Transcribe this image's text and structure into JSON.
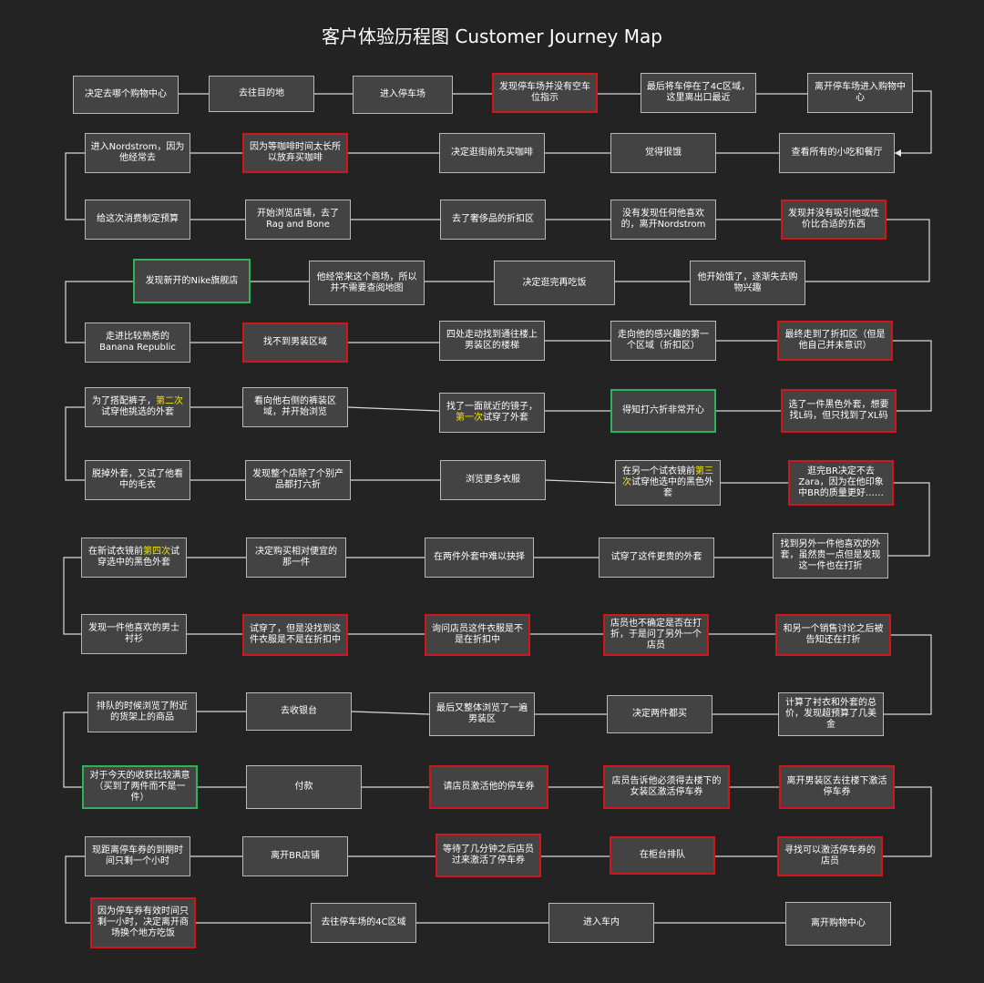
{
  "title": "客户体验历程图 Customer Journey Map",
  "colors": {
    "background": "#232323",
    "node_fill": "#434343",
    "normal_border": "#b8b8b8",
    "negative_border": "#d0161b",
    "positive_border": "#2fb35a",
    "highlight_text": "#f3e400"
  },
  "nodes": [
    {
      "id": "n0",
      "parts": [
        {
          "t": "决定去哪个购物中心"
        }
      ],
      "border": "normal"
    },
    {
      "id": "n1",
      "parts": [
        {
          "t": "去往目的地"
        }
      ],
      "border": "normal"
    },
    {
      "id": "n2",
      "parts": [
        {
          "t": "进入停车场"
        }
      ],
      "border": "normal"
    },
    {
      "id": "n3",
      "parts": [
        {
          "t": "发现停车场并没有空车位指示"
        }
      ],
      "border": "red"
    },
    {
      "id": "n4",
      "parts": [
        {
          "t": "最后将车停在了4C区域，这里离出口最近"
        }
      ],
      "border": "normal"
    },
    {
      "id": "n5",
      "parts": [
        {
          "t": "离开停车场进入购物中心"
        }
      ],
      "border": "normal"
    },
    {
      "id": "n6",
      "parts": [
        {
          "t": "查看所有的小吃和餐厅"
        }
      ],
      "border": "normal"
    },
    {
      "id": "n7",
      "parts": [
        {
          "t": "觉得很饿"
        }
      ],
      "border": "normal"
    },
    {
      "id": "n8",
      "parts": [
        {
          "t": "决定逛街前先买咖啡"
        }
      ],
      "border": "normal"
    },
    {
      "id": "n9",
      "parts": [
        {
          "t": "因为等咖啡时间太长所以放弃买咖啡"
        }
      ],
      "border": "red"
    },
    {
      "id": "n10",
      "parts": [
        {
          "t": "进入Nordstrom，因为他经常去"
        }
      ],
      "border": "normal"
    },
    {
      "id": "n11",
      "parts": [
        {
          "t": "给这次消费制定预算"
        }
      ],
      "border": "normal"
    },
    {
      "id": "n12",
      "parts": [
        {
          "t": "开始浏览店铺，去了Rag and Bone"
        }
      ],
      "border": "normal"
    },
    {
      "id": "n13",
      "parts": [
        {
          "t": "去了奢侈品的折扣区"
        }
      ],
      "border": "normal"
    },
    {
      "id": "n14",
      "parts": [
        {
          "t": "没有发现任何他喜欢的，离开Nordstrom"
        }
      ],
      "border": "normal"
    },
    {
      "id": "n15",
      "parts": [
        {
          "t": "发现并没有吸引他或性价比合适的东西"
        }
      ],
      "border": "red"
    },
    {
      "id": "n16",
      "parts": [
        {
          "t": "他开始饿了，逐渐失去购物兴趣"
        }
      ],
      "border": "normal"
    },
    {
      "id": "n17",
      "parts": [
        {
          "t": "决定逛完再吃饭"
        }
      ],
      "border": "normal"
    },
    {
      "id": "n18",
      "parts": [
        {
          "t": "他经常来这个商场，所以并不需要查阅地图"
        }
      ],
      "border": "normal"
    },
    {
      "id": "n19",
      "parts": [
        {
          "t": "发现新开的Nike旗舰店"
        }
      ],
      "border": "green"
    },
    {
      "id": "n20",
      "parts": [
        {
          "t": "走进比较熟悉的Banana Republic"
        }
      ],
      "border": "normal"
    },
    {
      "id": "n21",
      "parts": [
        {
          "t": "找不到男装区域"
        }
      ],
      "border": "red"
    },
    {
      "id": "n22",
      "parts": [
        {
          "t": "四处走动找到通往楼上男装区的楼梯"
        }
      ],
      "border": "normal"
    },
    {
      "id": "n23",
      "parts": [
        {
          "t": "走向他的感兴趣的第一个区域（折扣区）"
        }
      ],
      "border": "normal"
    },
    {
      "id": "n24",
      "parts": [
        {
          "t": "最终走到了折扣区（但是他自己并未意识）"
        }
      ],
      "border": "red"
    },
    {
      "id": "n25",
      "parts": [
        {
          "t": "选了一件黑色外套，想要找L码，但只找到了XL码"
        }
      ],
      "border": "red"
    },
    {
      "id": "n26",
      "parts": [
        {
          "t": "得知打六折非常开心"
        }
      ],
      "border": "green"
    },
    {
      "id": "n27",
      "parts": [
        {
          "t": "找了一面就近的镜子，"
        },
        {
          "t": "第一次",
          "hl": true
        },
        {
          "t": "试穿了外套"
        }
      ],
      "border": "normal"
    },
    {
      "id": "n28",
      "parts": [
        {
          "t": "看向他右侧的裤装区域，并开始浏览"
        }
      ],
      "border": "normal"
    },
    {
      "id": "n29",
      "parts": [
        {
          "t": "为了搭配裤子，"
        },
        {
          "t": "第二次",
          "hl": true
        },
        {
          "t": "试穿他挑选的外套"
        }
      ],
      "border": "normal"
    },
    {
      "id": "n30",
      "parts": [
        {
          "t": "脱掉外套，又试了他看中的毛衣"
        }
      ],
      "border": "normal"
    },
    {
      "id": "n31",
      "parts": [
        {
          "t": "发现整个店除了个别产品都打六折"
        }
      ],
      "border": "normal"
    },
    {
      "id": "n32",
      "parts": [
        {
          "t": "浏览更多衣服"
        }
      ],
      "border": "normal"
    },
    {
      "id": "n33",
      "parts": [
        {
          "t": "在另一个试衣镜前"
        },
        {
          "t": "第三次",
          "hl": true
        },
        {
          "t": "试穿他选中的黑色外套"
        }
      ],
      "border": "normal"
    },
    {
      "id": "n34",
      "parts": [
        {
          "t": "逛完BR决定不去Zara，因为在他印象中BR的质量更好……"
        }
      ],
      "border": "red"
    },
    {
      "id": "n35",
      "parts": [
        {
          "t": "找到另外一件他喜欢的外套，虽然贵一点但是发现这一件也在打折"
        }
      ],
      "border": "normal"
    },
    {
      "id": "n36",
      "parts": [
        {
          "t": "试穿了这件更贵的外套"
        }
      ],
      "border": "normal"
    },
    {
      "id": "n37",
      "parts": [
        {
          "t": "在两件外套中难以抉择"
        }
      ],
      "border": "normal"
    },
    {
      "id": "n38",
      "parts": [
        {
          "t": "决定购买相对便宜的那一件"
        }
      ],
      "border": "normal"
    },
    {
      "id": "n39",
      "parts": [
        {
          "t": "在新试衣镜前"
        },
        {
          "t": "第四次",
          "hl": true
        },
        {
          "t": "试穿选中的黑色外套"
        }
      ],
      "border": "normal"
    },
    {
      "id": "n40",
      "parts": [
        {
          "t": "发现一件他喜欢的男士衬衫"
        }
      ],
      "border": "normal"
    },
    {
      "id": "n41",
      "parts": [
        {
          "t": "试穿了，但是没找到这件衣服是不是在折扣中"
        }
      ],
      "border": "red"
    },
    {
      "id": "n42",
      "parts": [
        {
          "t": "询问店员这件衣服是不是在折扣中"
        }
      ],
      "border": "red"
    },
    {
      "id": "n43",
      "parts": [
        {
          "t": "店员也不确定是否在打折，于是问了另外一个店员"
        }
      ],
      "border": "red"
    },
    {
      "id": "n44",
      "parts": [
        {
          "t": "和另一个销售讨论之后被告知还在打折"
        }
      ],
      "border": "red"
    },
    {
      "id": "n45",
      "parts": [
        {
          "t": "计算了衬衣和外套的总价，发现超预算了几美金"
        }
      ],
      "border": "normal"
    },
    {
      "id": "n46",
      "parts": [
        {
          "t": "决定两件都买"
        }
      ],
      "border": "normal"
    },
    {
      "id": "n47",
      "parts": [
        {
          "t": "最后又整体浏览了一遍男装区"
        }
      ],
      "border": "normal"
    },
    {
      "id": "n48",
      "parts": [
        {
          "t": "去收银台"
        }
      ],
      "border": "normal"
    },
    {
      "id": "n49",
      "parts": [
        {
          "t": "排队的时候浏览了附近的货架上的商品"
        }
      ],
      "border": "normal"
    },
    {
      "id": "n50",
      "parts": [
        {
          "t": "对于今天的收获比较满意（买到了两件而不是一件）"
        }
      ],
      "border": "green"
    },
    {
      "id": "n51",
      "parts": [
        {
          "t": "付款"
        }
      ],
      "border": "normal"
    },
    {
      "id": "n52",
      "parts": [
        {
          "t": "请店员激活他的停车券"
        }
      ],
      "border": "red"
    },
    {
      "id": "n53",
      "parts": [
        {
          "t": "店员告诉他必须得去楼下的女装区激活停车券"
        }
      ],
      "border": "red"
    },
    {
      "id": "n54",
      "parts": [
        {
          "t": "离开男装区去往楼下激活停车券"
        }
      ],
      "border": "red"
    },
    {
      "id": "n55",
      "parts": [
        {
          "t": "寻找可以激活停车券的店员"
        }
      ],
      "border": "red"
    },
    {
      "id": "n56",
      "parts": [
        {
          "t": "在柜台排队"
        }
      ],
      "border": "red"
    },
    {
      "id": "n57",
      "parts": [
        {
          "t": "等待了几分钟之后店员过来激活了停车券"
        }
      ],
      "border": "red"
    },
    {
      "id": "n58",
      "parts": [
        {
          "t": "离开BR店铺"
        }
      ],
      "border": "normal"
    },
    {
      "id": "n59",
      "parts": [
        {
          "t": "现距离停车券的到期时间只剩一个小时"
        }
      ],
      "border": "normal"
    },
    {
      "id": "n60",
      "parts": [
        {
          "t": "因为停车券有效时间只剩一小时，决定离开商场换个地方吃饭"
        }
      ],
      "border": "red"
    },
    {
      "id": "n61",
      "parts": [
        {
          "t": "去往停车场的4C区域"
        }
      ],
      "border": "normal"
    },
    {
      "id": "n62",
      "parts": [
        {
          "t": "进入车内"
        }
      ],
      "border": "normal"
    },
    {
      "id": "n63",
      "parts": [
        {
          "t": "离开购物中心"
        }
      ],
      "border": "normal"
    }
  ]
}
